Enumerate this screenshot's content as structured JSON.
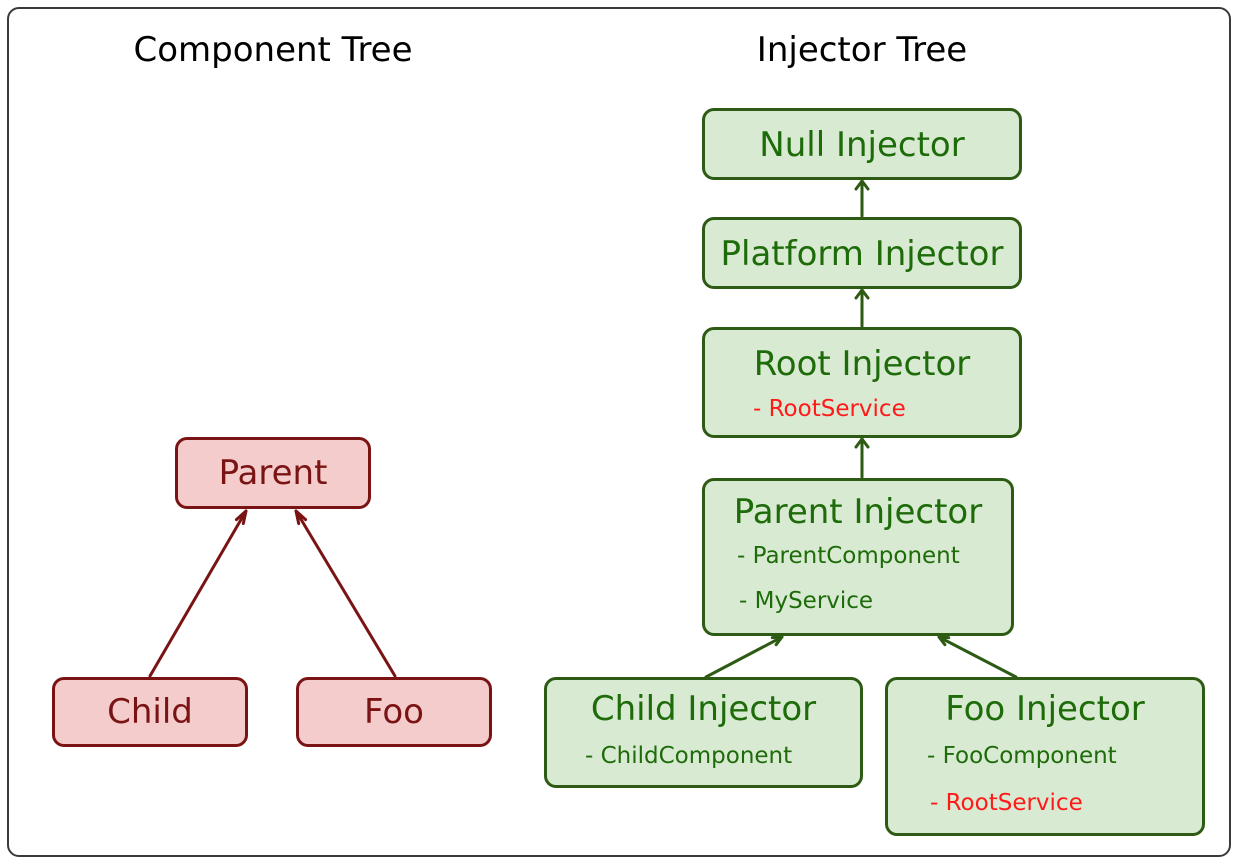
{
  "titles": {
    "component_tree": "Component Tree",
    "injector_tree": "Injector Tree"
  },
  "component_tree": {
    "parent": "Parent",
    "child": "Child",
    "foo": "Foo"
  },
  "injector_tree": {
    "null_injector": {
      "title": "Null Injector"
    },
    "platform_injector": {
      "title": "Platform Injector"
    },
    "root_injector": {
      "title": "Root Injector",
      "items": [
        "- RootService"
      ]
    },
    "parent_injector": {
      "title": "Parent Injector",
      "items": [
        "- ParentComponent",
        "- MyService"
      ]
    },
    "child_injector": {
      "title": "Child Injector",
      "items": [
        "- ChildComponent"
      ]
    },
    "foo_injector": {
      "title": "Foo Injector",
      "items": [
        "- FooComponent",
        "- RootService"
      ]
    }
  },
  "colors": {
    "component_fill": "#f5cccc",
    "component_stroke": "#7a1414",
    "injector_fill": "#d9ead3",
    "injector_stroke": "#2e5b14",
    "highlight_text": "#ff1a1a"
  }
}
